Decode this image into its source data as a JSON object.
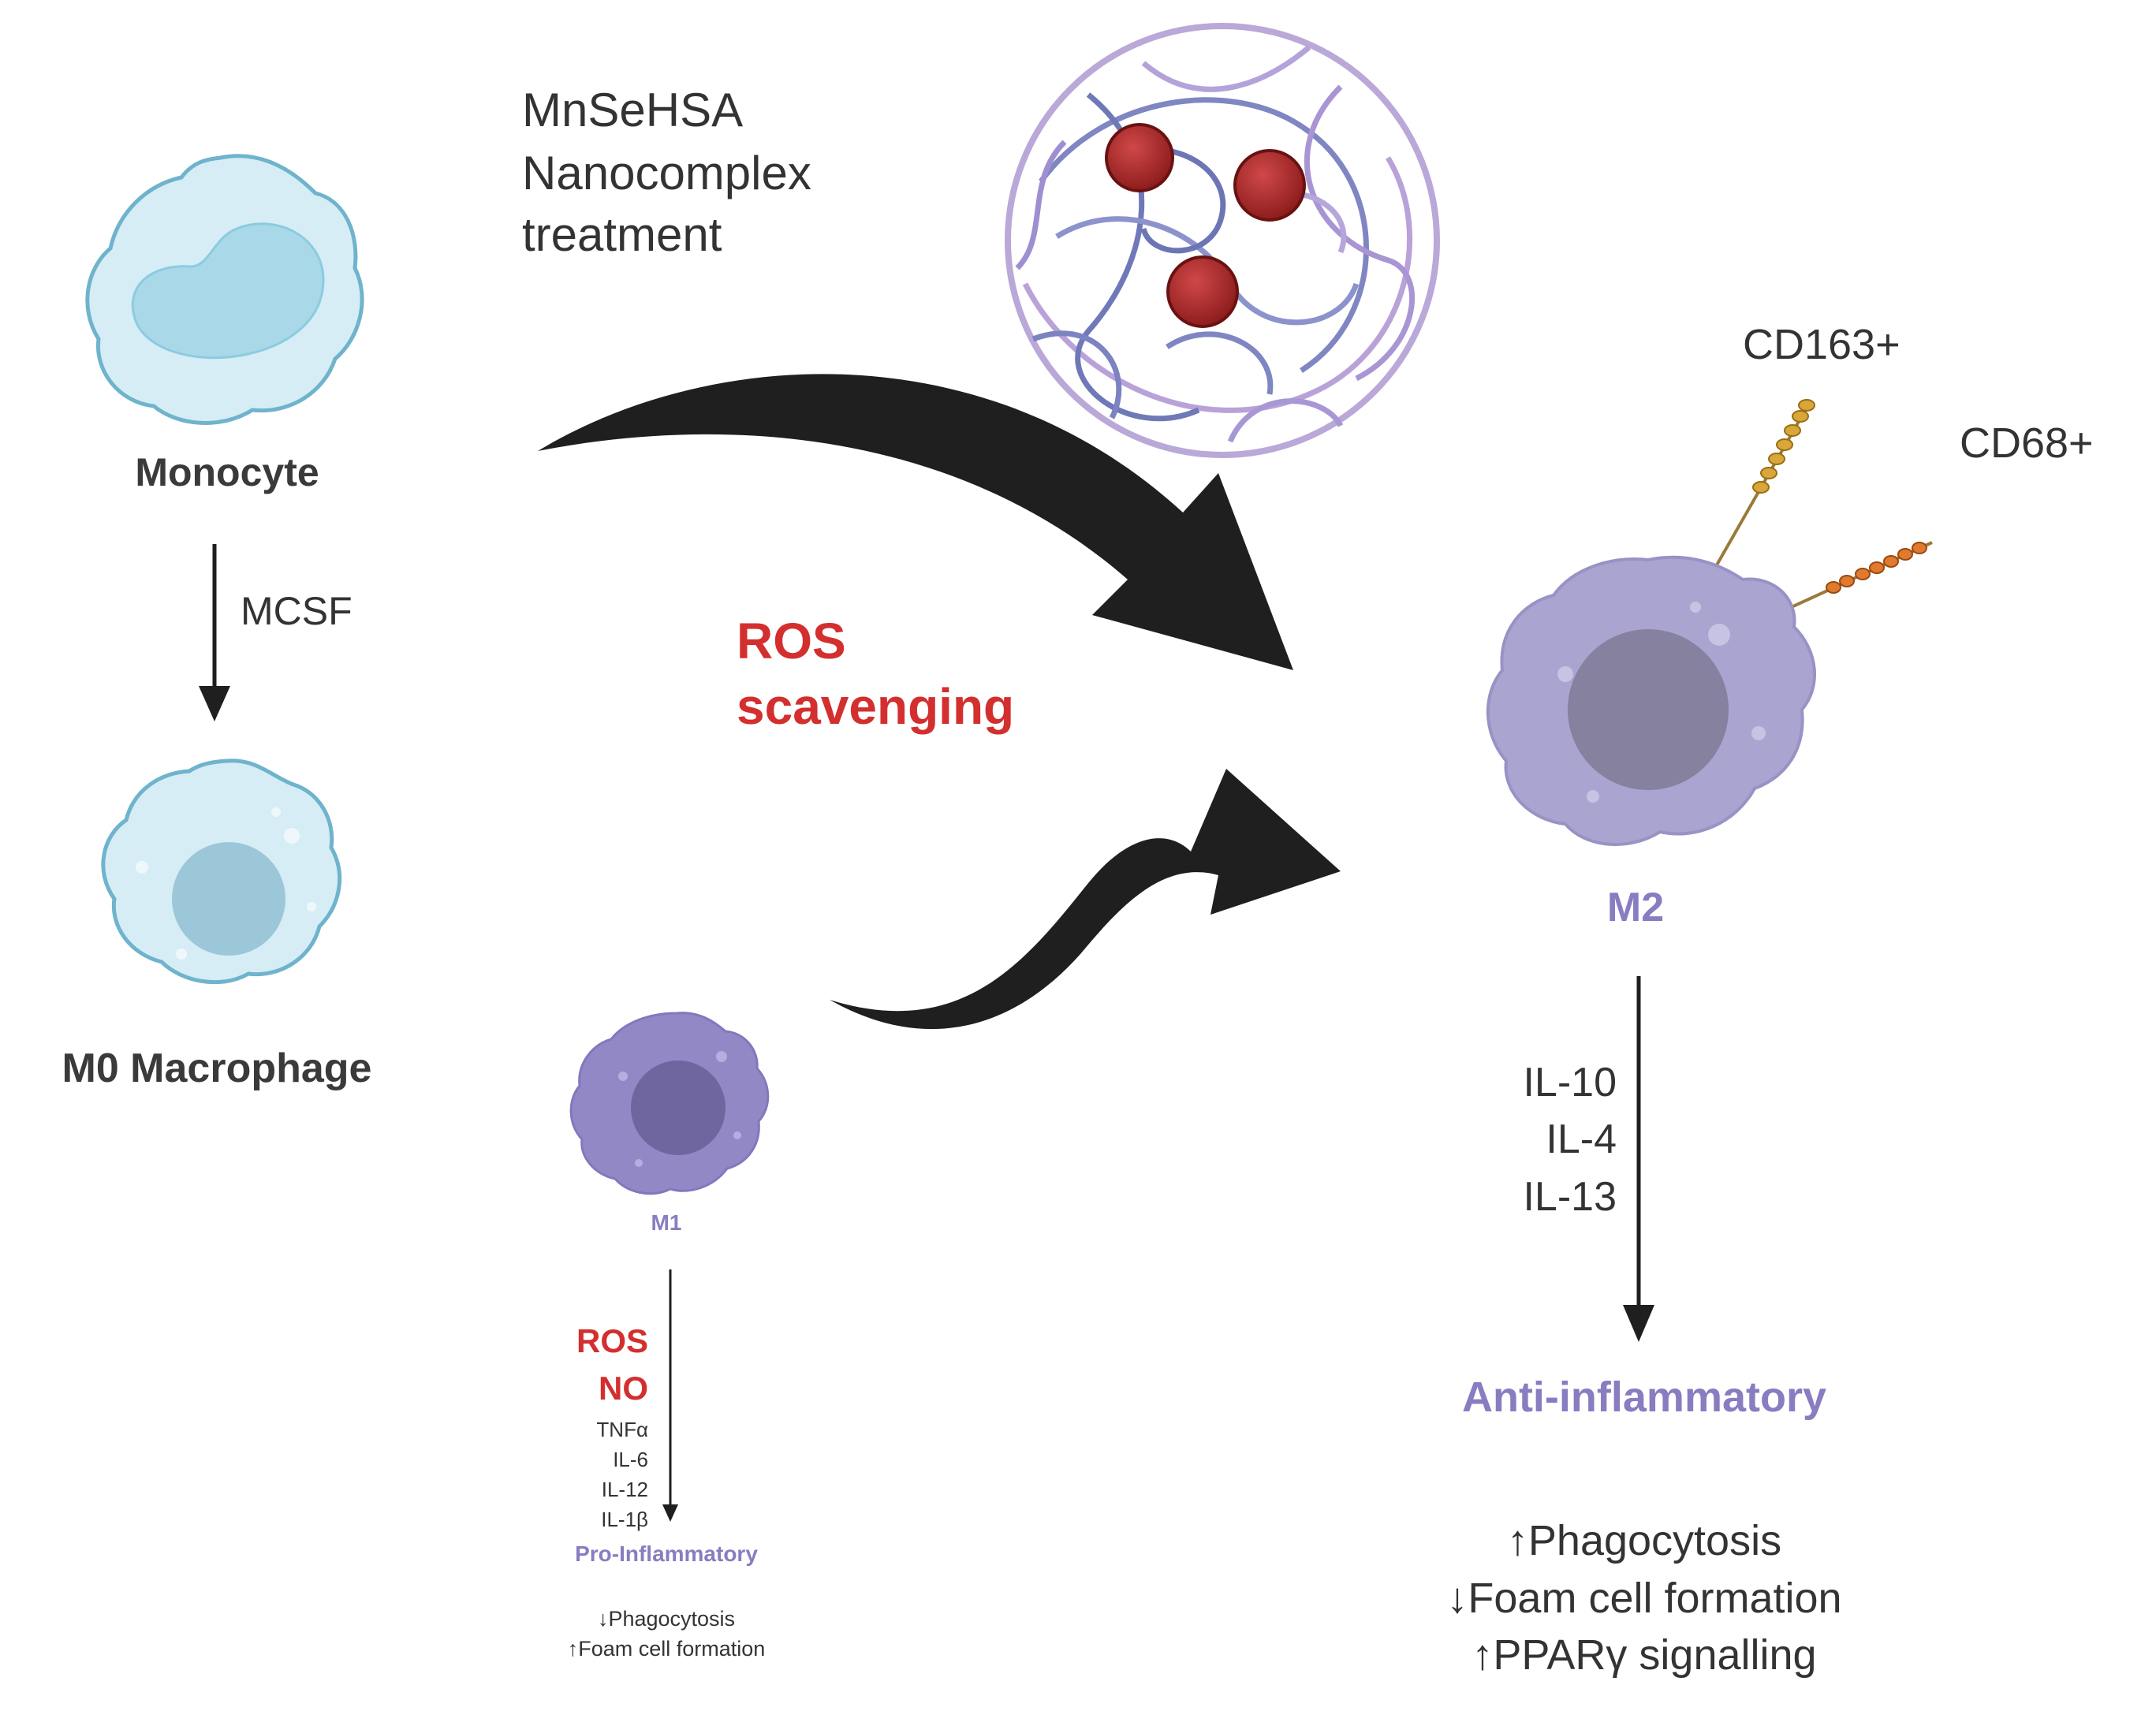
{
  "labels": {
    "monocyte": "Monocyte",
    "mcsf": "MCSF",
    "m0": "M0 Macrophage",
    "treatment": [
      "MnSeHSA",
      "Nanocomplex",
      "treatment"
    ],
    "ros_scavenging": [
      "ROS",
      "scavenging"
    ],
    "cd163": "CD163+",
    "cd68": "CD68+",
    "m2": "M2",
    "m2_cytokines": [
      "IL-10",
      "IL-4",
      "IL-13"
    ],
    "anti_inflammatory": "Anti-inflammatory",
    "m2_effects": [
      "↑Phagocytosis",
      "↓Foam cell formation",
      "↑PPARγ signalling"
    ],
    "m1": "M1",
    "m1_red": [
      "ROS",
      "NO"
    ],
    "m1_cytokines": [
      "TNFα",
      "IL-6",
      "IL-12",
      "IL-1β"
    ],
    "pro_inflammatory": "Pro-Inflammatory",
    "m1_effects": [
      "↓Phagocytosis",
      "↑Foam cell formation"
    ]
  },
  "colors": {
    "red_accent": "#d32f2f",
    "purple_accent": "#8a7cc0",
    "monocyte_fill": "#cfe9f2",
    "m2_fill": "#a7a2cf",
    "m1_fill": "#8f83c4",
    "nanoparticle": "#a82a2a",
    "arrow": "#1f1f1f"
  },
  "icons": [
    "monocyte-cell-icon",
    "m0-macrophage-icon",
    "nanocomplex-icon",
    "m2-macrophage-icon",
    "m1-macrophage-icon",
    "receptor-icon"
  ]
}
